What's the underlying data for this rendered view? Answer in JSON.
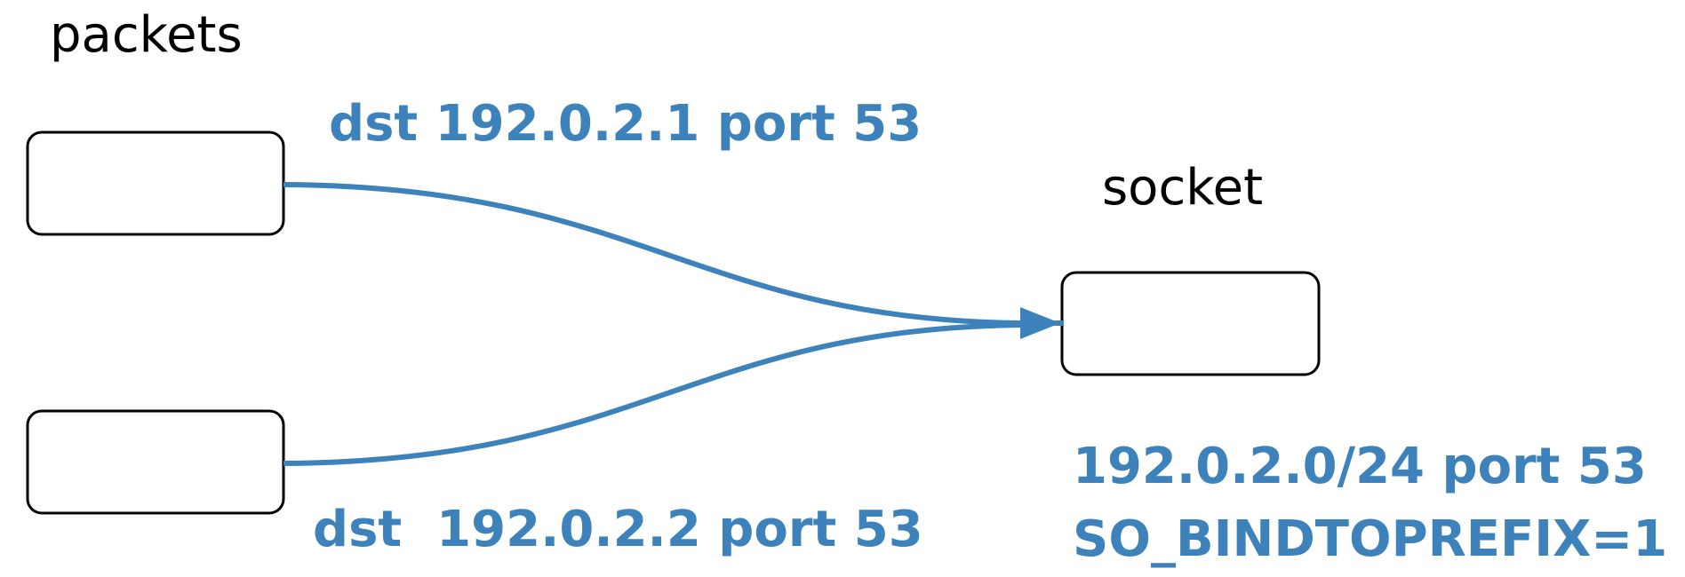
{
  "labels": {
    "packets": "packets",
    "socket": "socket",
    "packet1": "dst 192.0.2.1 port 53",
    "packet2": "dst  192.0.2.2 port 53",
    "socket_addr": "192.0.2.0/24 port 53",
    "socket_opt": "SO_BINDTOPREFIX=1"
  },
  "colors": {
    "accent": "#3d82bb",
    "stroke": "#000000"
  }
}
